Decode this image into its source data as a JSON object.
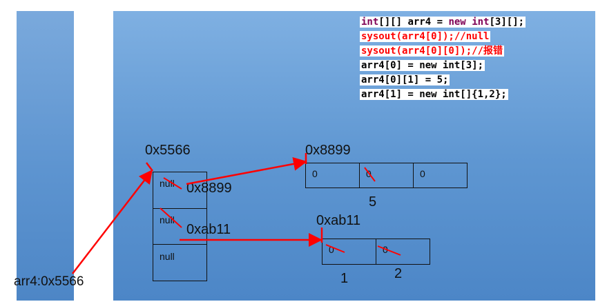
{
  "code_lines": [
    {
      "text": "int[][] arr4 = new int[3][];",
      "color": "#000000"
    },
    {
      "text": "sysout(arr4[0]);//null",
      "color": "#ff0000"
    },
    {
      "text": "sysout(arr4[0][0]);//报错",
      "color": "#ff0000"
    },
    {
      "text": "arr4[0] = new int[3];",
      "color": "#000000"
    },
    {
      "text": "arr4[0][1] = 5;",
      "color": "#000000"
    },
    {
      "text": "arr4[1] = new int[]{1,2};",
      "color": "#000000"
    }
  ],
  "stack": {
    "variable": "arr4:0x5566"
  },
  "outer_array": {
    "address": "0x5566",
    "cells": [
      "null",
      "null",
      "null"
    ],
    "cell_refs": [
      "0x8899",
      "0xab11",
      ""
    ]
  },
  "array_a": {
    "address": "0x8899",
    "cells": [
      "0",
      "0",
      "0"
    ],
    "new_values": [
      "",
      "5",
      ""
    ]
  },
  "array_b": {
    "address": "0xab11",
    "cells": [
      "0",
      "0"
    ],
    "new_values": [
      "1",
      "2"
    ]
  },
  "colors": {
    "arrow": "#ff0000",
    "panel": "#5f97d2"
  }
}
